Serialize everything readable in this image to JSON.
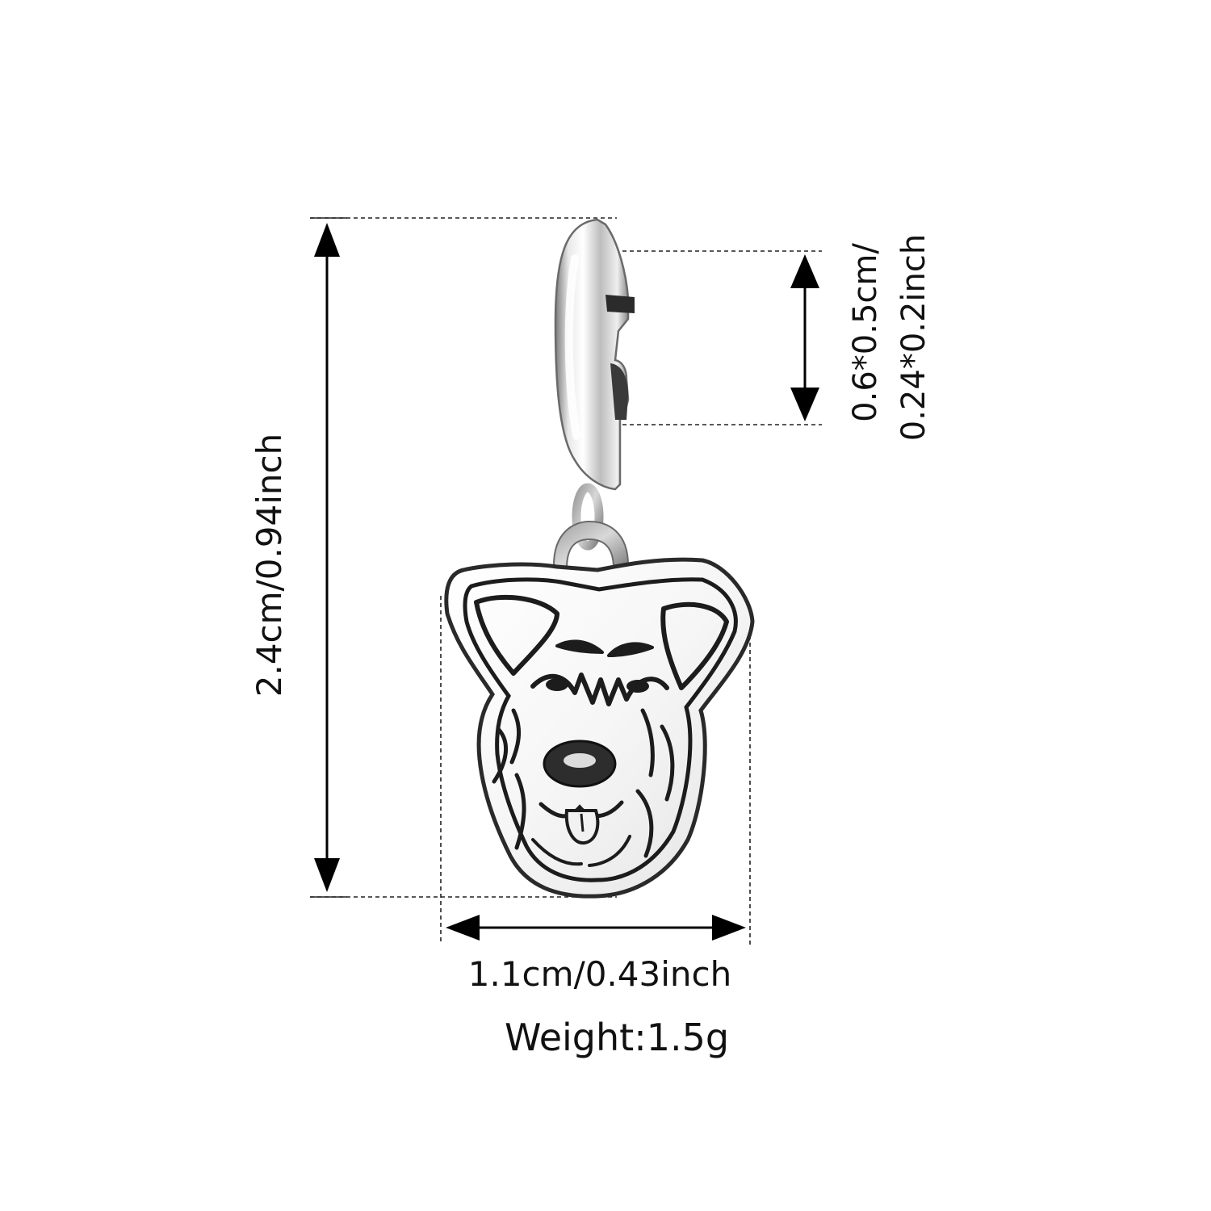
{
  "dimensions": {
    "height_label": "2.4cm/0.94inch",
    "clasp_label_line1": "0.6*0.5cm/",
    "clasp_label_line2": "0.24*0.2inch",
    "width_label": "1.1cm/0.43inch",
    "weight_label": "Weight:1.5g"
  },
  "colors": {
    "background": "#ffffff",
    "silver_light": "#f4f4f4",
    "silver_mid": "#b9b9b9",
    "silver_dark": "#6e6e6e",
    "engraving": "#1c1c1c",
    "guide_lines": "#222222"
  }
}
